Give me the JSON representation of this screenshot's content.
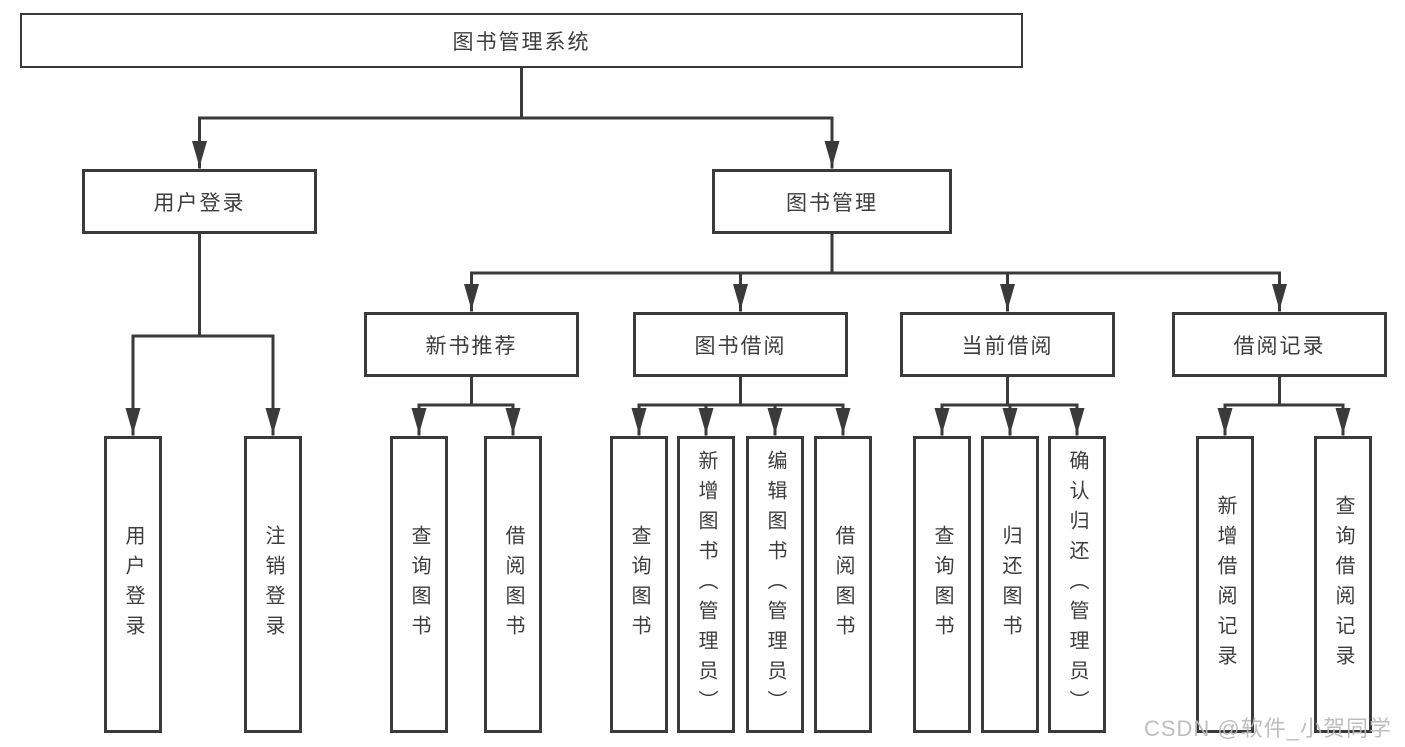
{
  "diagram": {
    "title_node": {
      "label": "图书管理系统"
    },
    "level2": [
      {
        "label": "用户登录"
      },
      {
        "label": "图书管理"
      }
    ],
    "level3": [
      {
        "label": "新书推荐"
      },
      {
        "label": "图书借阅"
      },
      {
        "label": "当前借阅"
      },
      {
        "label": "借阅记录"
      }
    ],
    "leaves": [
      {
        "parent": "用户登录",
        "label": "用户登录"
      },
      {
        "parent": "用户登录",
        "label": "注销登录"
      },
      {
        "parent": "新书推荐",
        "label": "查询图书"
      },
      {
        "parent": "新书推荐",
        "label": "借阅图书"
      },
      {
        "parent": "图书借阅",
        "label": "查询图书"
      },
      {
        "parent": "图书借阅",
        "label": "新增图书（管理员）"
      },
      {
        "parent": "图书借阅",
        "label": "编辑图书（管理员）"
      },
      {
        "parent": "图书借阅",
        "label": "借阅图书"
      },
      {
        "parent": "当前借阅",
        "label": "查询图书"
      },
      {
        "parent": "当前借阅",
        "label": "归还图书"
      },
      {
        "parent": "当前借阅",
        "label": "确认归还（管理员）"
      },
      {
        "parent": "借阅记录",
        "label": "新增借阅记录"
      },
      {
        "parent": "借阅记录",
        "label": "查询借阅记录"
      }
    ],
    "colors": {
      "line": "#3a3a3a",
      "text": "#3d3d3d",
      "background": "#ffffff",
      "watermark": "#b9b9b9"
    },
    "watermark": "CSDN @软件_小贺同学"
  }
}
